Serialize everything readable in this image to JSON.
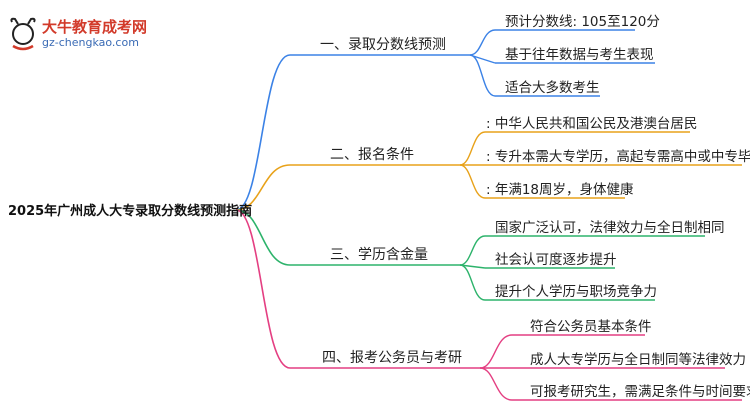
{
  "logo": {
    "title": "大牛教育成考网",
    "url": "gz-chengkao.com",
    "mark": "大牛"
  },
  "root": {
    "label": "2025年广州成人大专录取分数线预测指南"
  },
  "colors": {
    "b1": "#3b82e6",
    "b2": "#e8a21a",
    "b3": "#2db36b",
    "b4": "#e43f82"
  },
  "branches": [
    {
      "label": "一、录取分数线预测",
      "children": [
        "预计分数线: 105至120分",
        "基于往年数据与考生表现",
        "适合大多数考生"
      ]
    },
    {
      "label": "二、报名条件",
      "children": [
        ": 中华人民共和国公民及港澳台居民",
        ": 专升本需大专学历，高起专需高中或中专毕业证",
        ": 年满18周岁，身体健康"
      ]
    },
    {
      "label": "三、学历含金量",
      "children": [
        "国家广泛认可，法律效力与全日制相同",
        "社会认可度逐步提升",
        "提升个人学历与职场竞争力"
      ]
    },
    {
      "label": "四、报考公务员与考研",
      "children": [
        "符合公务员基本条件",
        "成人大专学历与全日制同等法律效力",
        "可报考研究生，需满足条件与时间要求"
      ]
    }
  ]
}
